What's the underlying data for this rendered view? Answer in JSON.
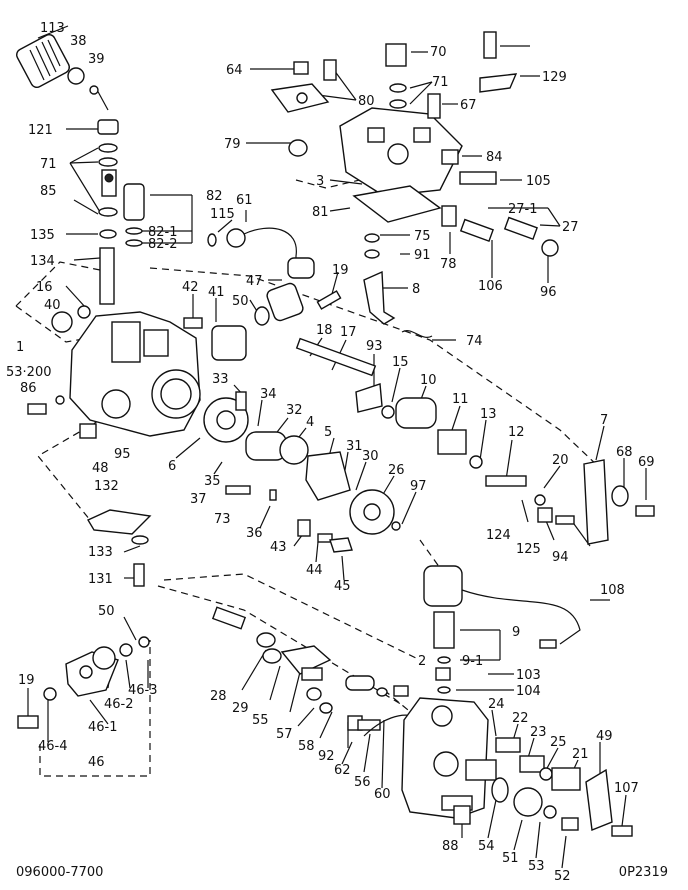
{
  "footer": {
    "model": "096000-7700",
    "page_code": "0P2319"
  },
  "callouts": [
    "113",
    "38",
    "39",
    "121",
    "71",
    "85",
    "82",
    "82-1",
    "82-2",
    "135",
    "134",
    "16",
    "40",
    "1",
    "53·200",
    "86",
    "48",
    "95",
    "132",
    "133",
    "131",
    "50",
    "46-1",
    "46-2",
    "46-3",
    "46-4",
    "46",
    "19",
    "64",
    "80",
    "79",
    "70",
    "71",
    "67",
    "129",
    "3",
    "84",
    "105",
    "81",
    "27-1",
    "27",
    "75",
    "91",
    "78",
    "106",
    "96",
    "115",
    "61",
    "47",
    "42",
    "41",
    "50",
    "19",
    "8",
    "18",
    "17",
    "74",
    "93",
    "15",
    "10",
    "11",
    "13",
    "12",
    "7",
    "20",
    "68",
    "69",
    "33",
    "34",
    "32",
    "4",
    "5",
    "31",
    "30",
    "26",
    "97",
    "6",
    "35",
    "37",
    "73",
    "36",
    "43",
    "44",
    "45",
    "124",
    "125",
    "94",
    "108",
    "9",
    "9-1",
    "103",
    "104",
    "2",
    "28",
    "29",
    "55",
    "57",
    "58",
    "92",
    "62",
    "56",
    "60",
    "24",
    "22",
    "23",
    "25",
    "21",
    "49",
    "107",
    "88",
    "54",
    "51",
    "53",
    "52"
  ]
}
